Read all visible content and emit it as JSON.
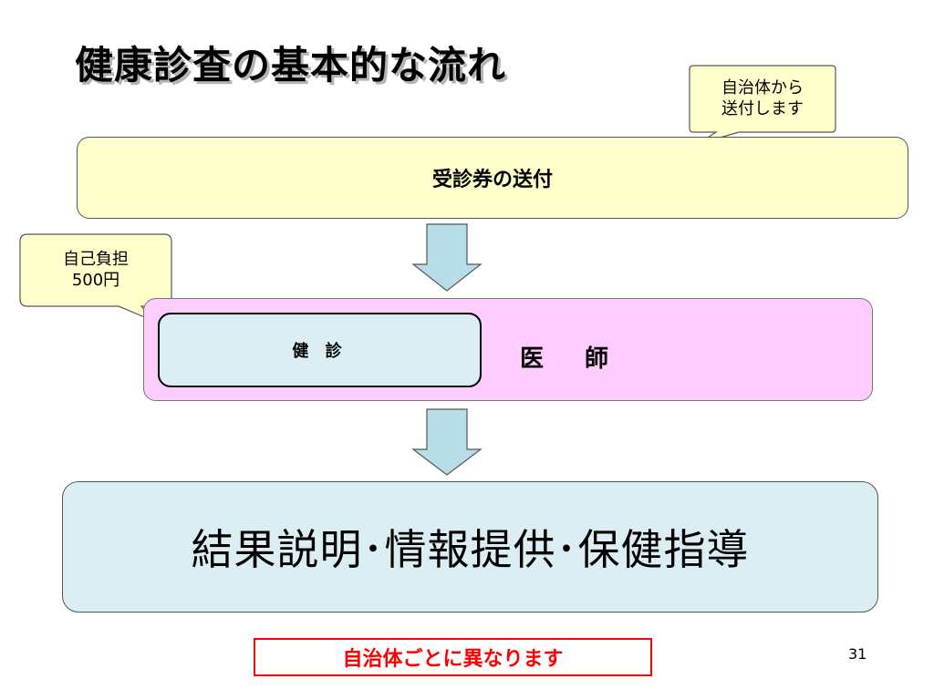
{
  "title": "健康診査の基本的な流れ",
  "callouts": {
    "municipality": {
      "line1": "自治体から",
      "line2": "送付します"
    },
    "copay": {
      "line1": "自己負担",
      "line2": "500円"
    }
  },
  "steps": {
    "ticket": "受診券の送付",
    "checkup": "健 診",
    "doctor": "医 師",
    "result": "結果説明･情報提供･保健指導"
  },
  "note": "自治体ごとに異なります",
  "page_number": "31",
  "colors": {
    "ticket_fill": "#ffffcc",
    "doctor_fill": "#ffccff",
    "checkup_fill": "#daeef3",
    "result_fill": "#daeef3",
    "arrow_fill": "#b7dde8",
    "callout_fill": "#ffffcc",
    "note_border": "#ff0000",
    "note_text": "#ff0000"
  }
}
